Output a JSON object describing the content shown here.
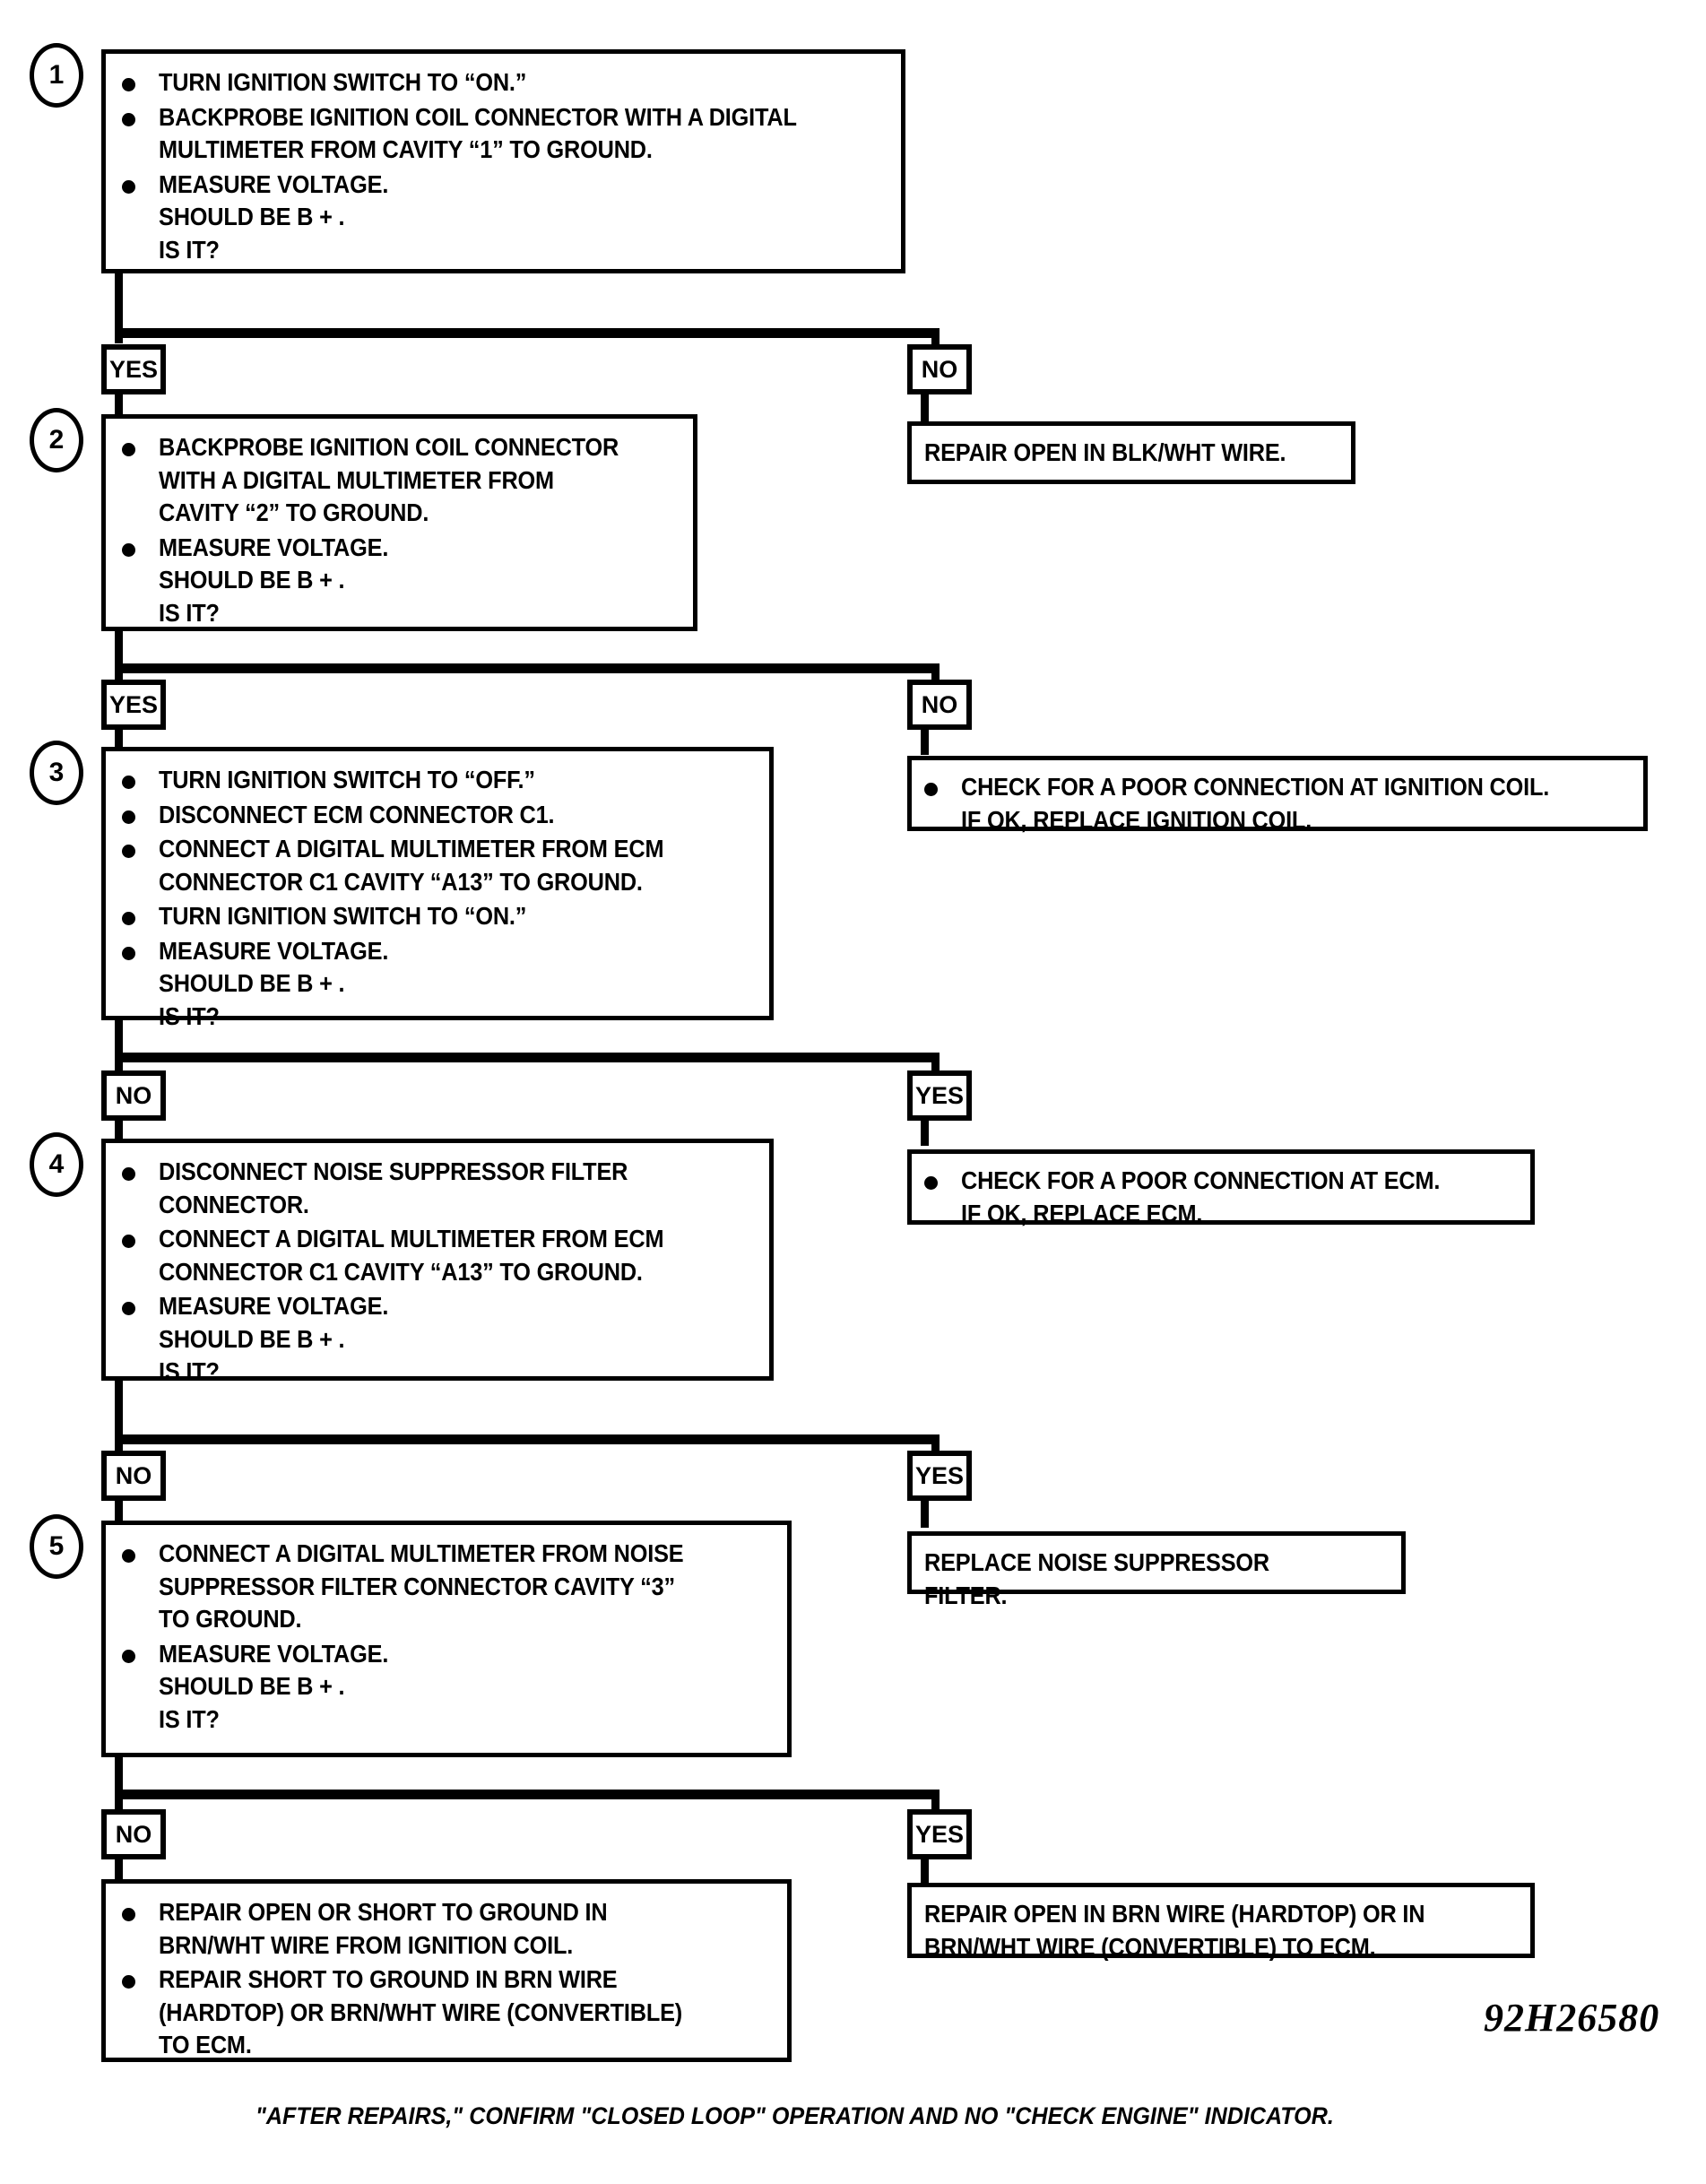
{
  "diagram": {
    "type": "troubleshooting-flowchart",
    "drawing_number": "92H26580",
    "footer_note": "\"AFTER REPAIRS,\" CONFIRM \"CLOSED LOOP\" OPERATION AND NO \"CHECK ENGINE\" INDICATOR."
  },
  "steps": [
    {
      "number": "1",
      "lines": [
        {
          "bullet": true,
          "text": "TURN IGNITION SWITCH TO “ON.”"
        },
        {
          "bullet": true,
          "text": "BACKPROBE IGNITION COIL CONNECTOR WITH A DIGITAL\nMULTIMETER FROM CAVITY “1” TO GROUND."
        },
        {
          "bullet": true,
          "text": "MEASURE VOLTAGE.\nSHOULD BE B + .\nIS IT?"
        }
      ],
      "branch_left_label": "YES",
      "branch_right_label": "NO"
    },
    {
      "number": "2",
      "lines": [
        {
          "bullet": true,
          "text": "BACKPROBE IGNITION COIL CONNECTOR\nWITH A DIGITAL MULTIMETER FROM\nCAVITY “2” TO GROUND."
        },
        {
          "bullet": true,
          "text": "MEASURE VOLTAGE.\nSHOULD BE B + .\nIS IT?"
        }
      ],
      "branch_left_label": "YES",
      "branch_right_label": "NO"
    },
    {
      "number": "3",
      "lines": [
        {
          "bullet": true,
          "text": "TURN IGNITION SWITCH TO “OFF.”"
        },
        {
          "bullet": true,
          "text": "DISCONNECT ECM CONNECTOR C1."
        },
        {
          "bullet": true,
          "text": "CONNECT  A DIGITAL MULTIMETER FROM ECM\nCONNECTOR C1 CAVITY “A13” TO GROUND."
        },
        {
          "bullet": true,
          "text": "TURN IGNITION SWITCH TO “ON.”"
        },
        {
          "bullet": true,
          "text": "MEASURE VOLTAGE.\nSHOULD BE B + .\nIS IT?"
        }
      ],
      "branch_left_label": "NO",
      "branch_right_label": "YES"
    },
    {
      "number": "4",
      "lines": [
        {
          "bullet": true,
          "text": "DISCONNECT NOISE SUPPRESSOR FILTER\nCONNECTOR."
        },
        {
          "bullet": true,
          "text": "CONNECT A DIGITAL MULTIMETER FROM ECM\nCONNECTOR C1 CAVITY “A13” TO GROUND."
        },
        {
          "bullet": true,
          "text": "MEASURE VOLTAGE.\nSHOULD BE B + .\nIS IT?"
        }
      ],
      "branch_left_label": "NO",
      "branch_right_label": "YES"
    },
    {
      "number": "5",
      "lines": [
        {
          "bullet": true,
          "text": "CONNECT A DIGITAL MULTIMETER FROM NOISE\nSUPPRESSOR FILTER CONNECTOR CAVITY “3”\nTO GROUND."
        },
        {
          "bullet": true,
          "text": "MEASURE VOLTAGE.\nSHOULD BE B + .\nIS IT?"
        }
      ],
      "branch_left_label": "NO",
      "branch_right_label": "YES"
    }
  ],
  "outcomes": {
    "right_1": {
      "lines": [
        {
          "bullet": false,
          "text": "REPAIR OPEN IN BLK/WHT WIRE."
        }
      ]
    },
    "right_2": {
      "lines": [
        {
          "bullet": true,
          "text": "CHECK FOR A POOR CONNECTION AT IGNITION COIL.\nIF OK, REPLACE IGNITION COIL."
        }
      ]
    },
    "right_3": {
      "lines": [
        {
          "bullet": true,
          "text": "CHECK FOR A POOR CONNECTION AT ECM.\nIF OK, REPLACE ECM."
        }
      ]
    },
    "right_4": {
      "lines": [
        {
          "bullet": false,
          "text": "REPLACE NOISE SUPPRESSOR FILTER."
        }
      ]
    },
    "right_5": {
      "lines": [
        {
          "bullet": false,
          "text": "REPAIR OPEN IN BRN WIRE (HARDTOP) OR IN\nBRN/WHT WIRE (CONVERTIBLE) TO ECM."
        }
      ]
    },
    "final_left": {
      "lines": [
        {
          "bullet": true,
          "text": "REPAIR OPEN OR SHORT TO GROUND IN\nBRN/WHT WIRE FROM IGNITION COIL."
        },
        {
          "bullet": true,
          "text": "REPAIR SHORT TO GROUND IN BRN WIRE\n(HARDTOP) OR BRN/WHT WIRE (CONVERTIBLE)\nTO ECM."
        }
      ]
    }
  }
}
